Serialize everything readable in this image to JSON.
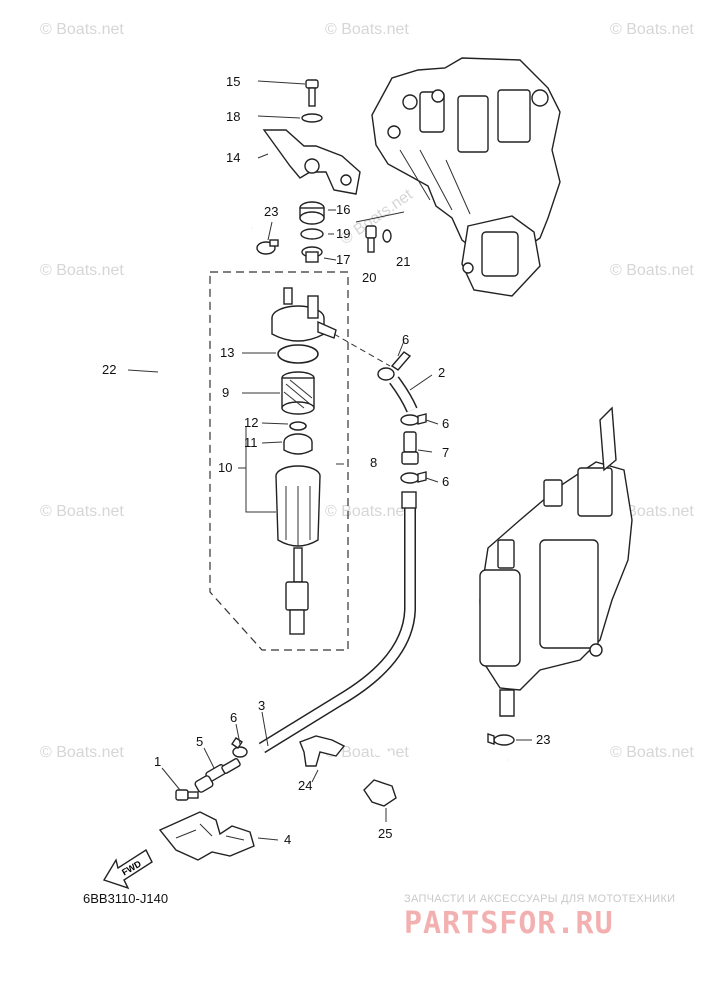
{
  "watermark": "© Boats.net",
  "diagram_code": "6BB3110-J140",
  "fwd_label": "FWD",
  "brand": {
    "tagline": "ЗАПЧАСТИ И АКСЕССУАРЫ ДЛЯ МОТОТЕХНИКИ",
    "name": "PARTSFOR.RU"
  },
  "callouts": [
    "15",
    "18",
    "14",
    "16",
    "23",
    "19",
    "17",
    "21",
    "20",
    "22",
    "6",
    "13",
    "2",
    "9",
    "12",
    "6",
    "11",
    "7",
    "10",
    "8",
    "6",
    "3",
    "6",
    "5",
    "1",
    "24",
    "23",
    "4",
    "25"
  ]
}
